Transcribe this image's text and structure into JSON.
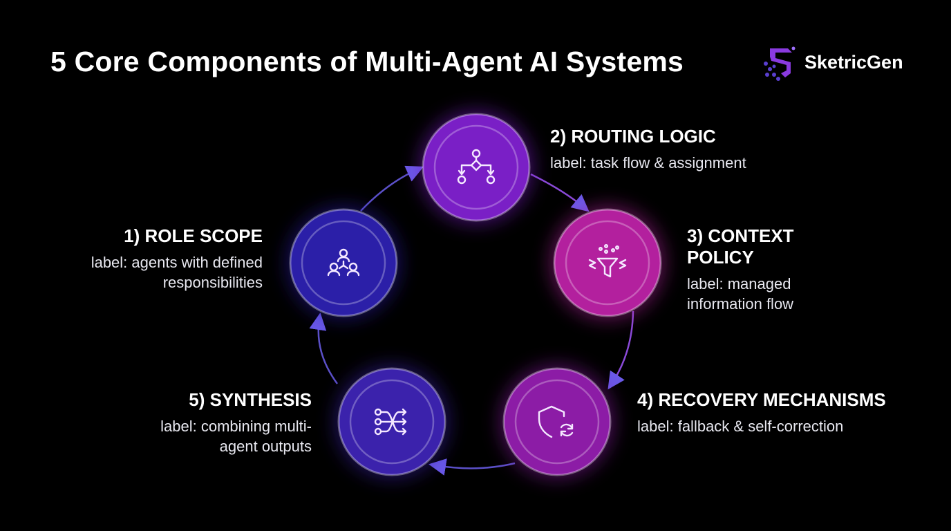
{
  "title": "5 Core Components of Multi-Agent AI Systems",
  "logo": {
    "text": "SketricGen",
    "icon": "hexagon-s-logo"
  },
  "components": [
    {
      "heading": "1) ROLE SCOPE",
      "label": "label: agents with defined responsibilities",
      "icon": "people-hierarchy-icon",
      "color": "#2b1fa8"
    },
    {
      "heading": "2) ROUTING LOGIC",
      "label": "label: task flow & assignment",
      "icon": "branching-flow-icon",
      "color": "#7a1fc6"
    },
    {
      "heading": "3) CONTEXT POLICY",
      "label": "label: managed information flow",
      "icon": "funnel-icon",
      "color": "#b3209e"
    },
    {
      "heading": "4) RECOVERY MECHANISMS",
      "label": "label: fallback & self-correction",
      "icon": "shield-refresh-icon",
      "color": "#8c1ca6"
    },
    {
      "heading": "5) SYNTHESIS",
      "label": "label: combining multi-agent outputs",
      "icon": "merge-arrows-icon",
      "color": "#3b22ac"
    }
  ]
}
